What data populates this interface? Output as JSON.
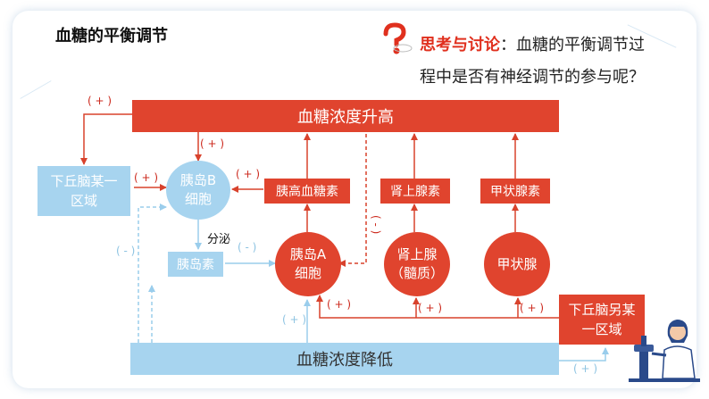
{
  "title": "血糖的平衡调节",
  "question": {
    "keyword": "思考与讨论",
    "text_line1": "：血糖的平衡调节过",
    "text_line2": "程中是否有神经调节的参与呢？"
  },
  "nodes": {
    "glucose_up": "血糖浓度升高",
    "glucose_down": "血糖浓度降低",
    "hypothalamus_1": "下丘脑某一区域",
    "hypothalamus_2": "下丘脑另某一区域",
    "islet_b": "胰岛B细胞",
    "islet_a": "胰岛A细胞",
    "adrenal_medulla": "肾上腺（髓质）",
    "thyroid": "甲状腺",
    "insulin": "胰岛素",
    "glucagon": "胰高血糖素",
    "adrenaline": "肾上腺素",
    "thyroxine": "甲状腺素"
  },
  "labels": {
    "secrete": "分泌",
    "plus": "( + )",
    "minus": "( - )",
    "minus_vertical": "(\n-\n)"
  },
  "colors": {
    "red": "#e0442e",
    "blue": "#a7d4ef",
    "highlight": "#e0301e"
  }
}
